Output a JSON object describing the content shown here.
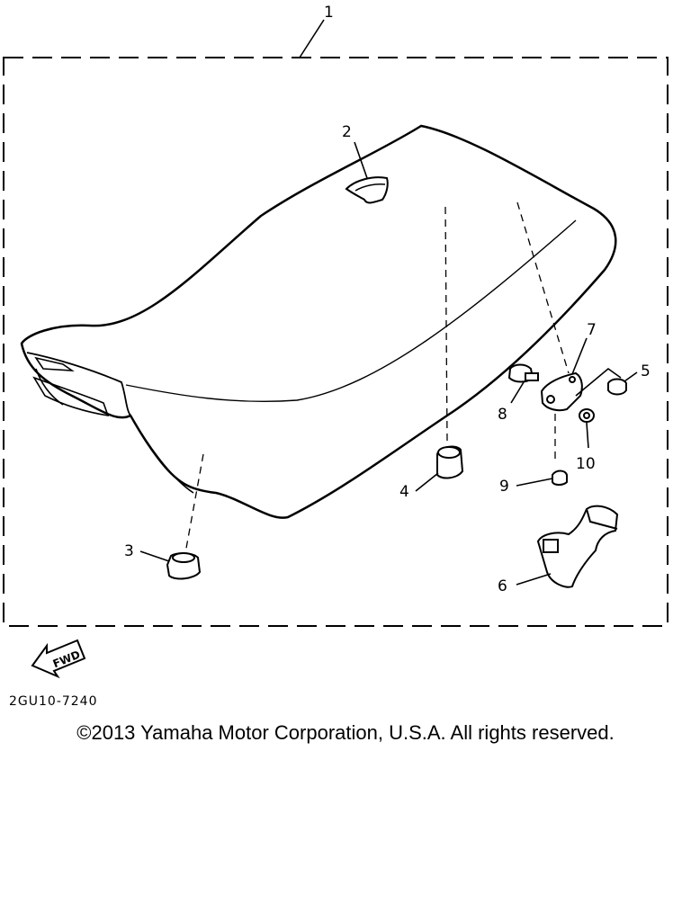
{
  "diagram": {
    "callouts": [
      {
        "id": "1",
        "label": "1"
      },
      {
        "id": "2",
        "label": "2"
      },
      {
        "id": "3",
        "label": "3"
      },
      {
        "id": "4",
        "label": "4"
      },
      {
        "id": "5",
        "label": "5"
      },
      {
        "id": "6",
        "label": "6"
      },
      {
        "id": "7",
        "label": "7"
      },
      {
        "id": "8",
        "label": "8"
      },
      {
        "id": "9",
        "label": "9"
      },
      {
        "id": "10",
        "label": "10"
      }
    ],
    "fwd_label": "FWD",
    "drawing_code": "2GU10-7240"
  },
  "footer": {
    "copyright": "©2013 Yamaha Motor Corporation, U.S.A. All rights reserved."
  }
}
